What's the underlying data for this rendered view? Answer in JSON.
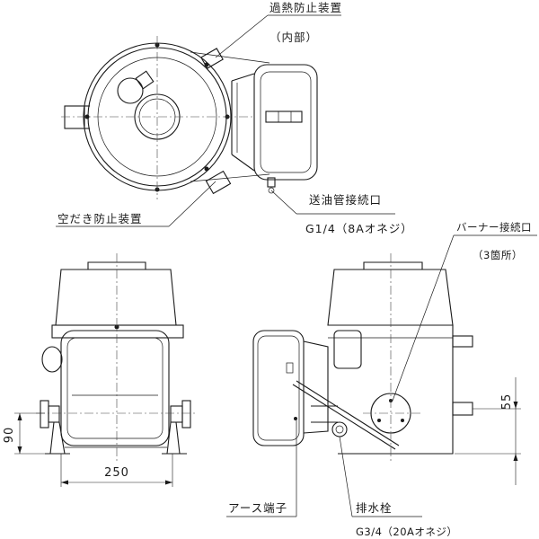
{
  "labels": {
    "overheat_device": "過熱防止装置",
    "overheat_note": "（内部）",
    "dry_fire_device": "空だき防止装置",
    "oil_pipe_connection": "送油管接続口",
    "oil_pipe_thread": "G1/4（8Aオネジ）",
    "burner_connection": "バーナー接続口",
    "burner_count": "（3箇所）",
    "earth_terminal": "アース端子",
    "drain_plug": "排水栓",
    "drain_thread": "G3/4（20Aオネジ）"
  },
  "dimensions": {
    "height_left": "90",
    "width_bottom": "250",
    "height_right": "55"
  }
}
